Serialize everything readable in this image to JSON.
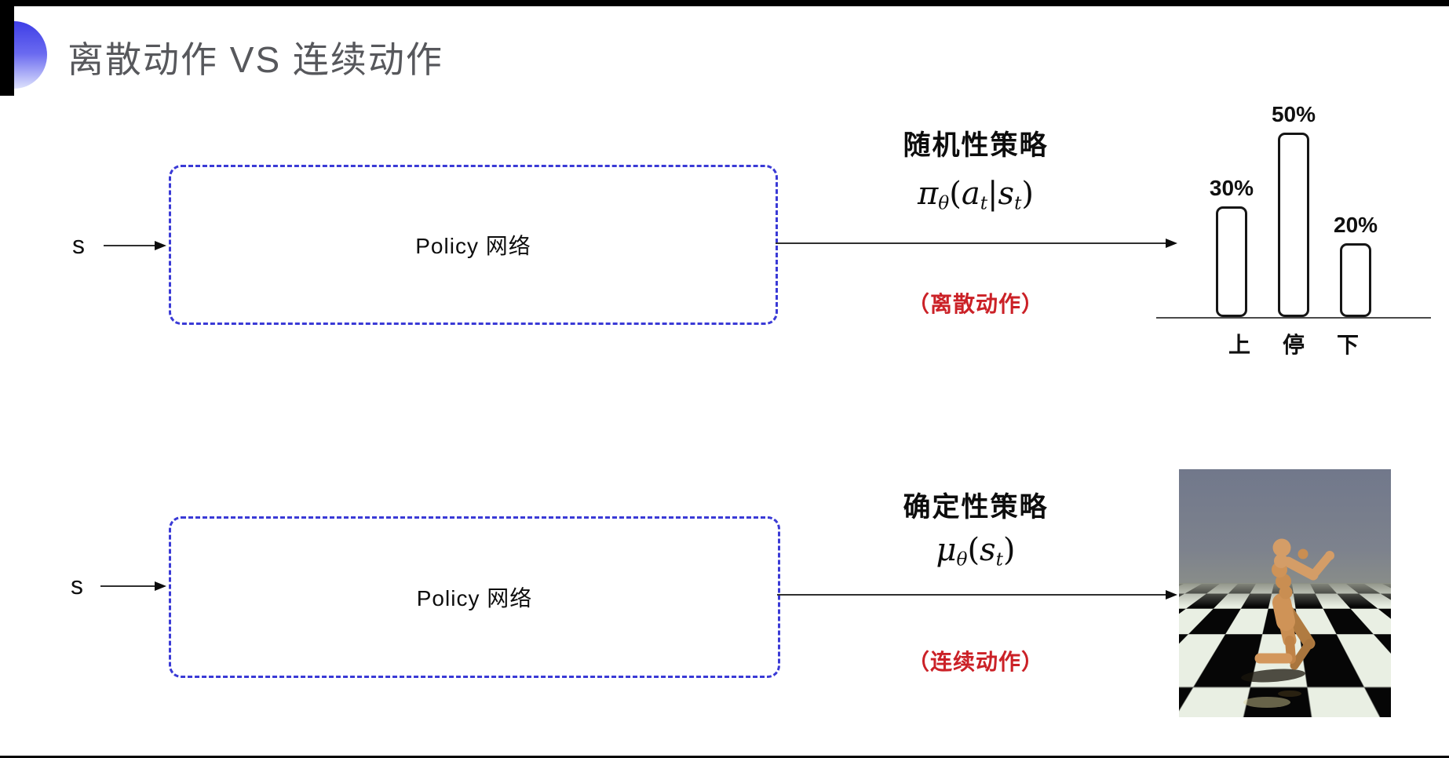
{
  "slide": {
    "title": "离散动作 VS 连续动作"
  },
  "top_flow": {
    "input_label": "s",
    "box_label": "Policy 网络",
    "policy_name": "随机性策略",
    "formula": {
      "sym": "π",
      "sym_sub": "θ",
      "open": "(",
      "arg1": "a",
      "arg1_sub": "t",
      "sep": "|",
      "arg2": "s",
      "arg2_sub": "t",
      "close": ")"
    },
    "action_note": "（离散动作）"
  },
  "bottom_flow": {
    "input_label": "s",
    "box_label": "Policy 网络",
    "policy_name": "确定性策略",
    "formula": {
      "sym": "μ",
      "sym_sub": "θ",
      "open": "(",
      "arg1": "s",
      "arg1_sub": "t",
      "close": ")"
    },
    "action_note": "（连续动作）"
  },
  "chart_data": {
    "type": "bar",
    "title": "",
    "categories": [
      "上",
      "停",
      "下"
    ],
    "values": [
      30,
      50,
      20
    ],
    "value_labels": [
      "30%",
      "50%",
      "20%"
    ],
    "ylim": [
      0,
      55
    ],
    "grid": false,
    "legend": false
  },
  "humanoid_image": {
    "description": "MuJoCo humanoid robot running on a black-and-white checkerboard floor under a gray-blue sky"
  },
  "colors": {
    "box_border": "#3a3ad6",
    "red_text": "#cb2127",
    "accent_blue": "#4343e8",
    "title_gray": "#57585c"
  }
}
